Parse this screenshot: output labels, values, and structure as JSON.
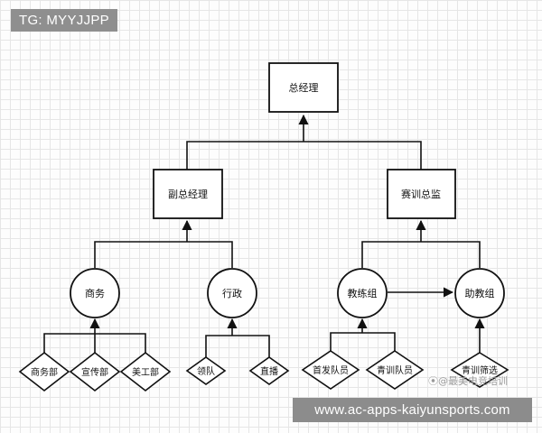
{
  "badge": {
    "text": "TG: MYYJJPP"
  },
  "banner": {
    "url": "www.ac-apps-kaiyunsports.com"
  },
  "watermark": {
    "text": "⦿@最美电竞培训"
  },
  "chart": {
    "root": "总经理",
    "vp": "副总经理",
    "director": "赛训总监",
    "business": "商务",
    "admin": "行政",
    "coaching": "教练组",
    "assistant": "助教组",
    "dept_business": "商务部",
    "dept_promo": "宣传部",
    "dept_art": "美工部",
    "team_lead": "领队",
    "streaming": "直播",
    "starters": "首发队员",
    "youth": "青训队员",
    "youth_screening": "青训筛选"
  }
}
